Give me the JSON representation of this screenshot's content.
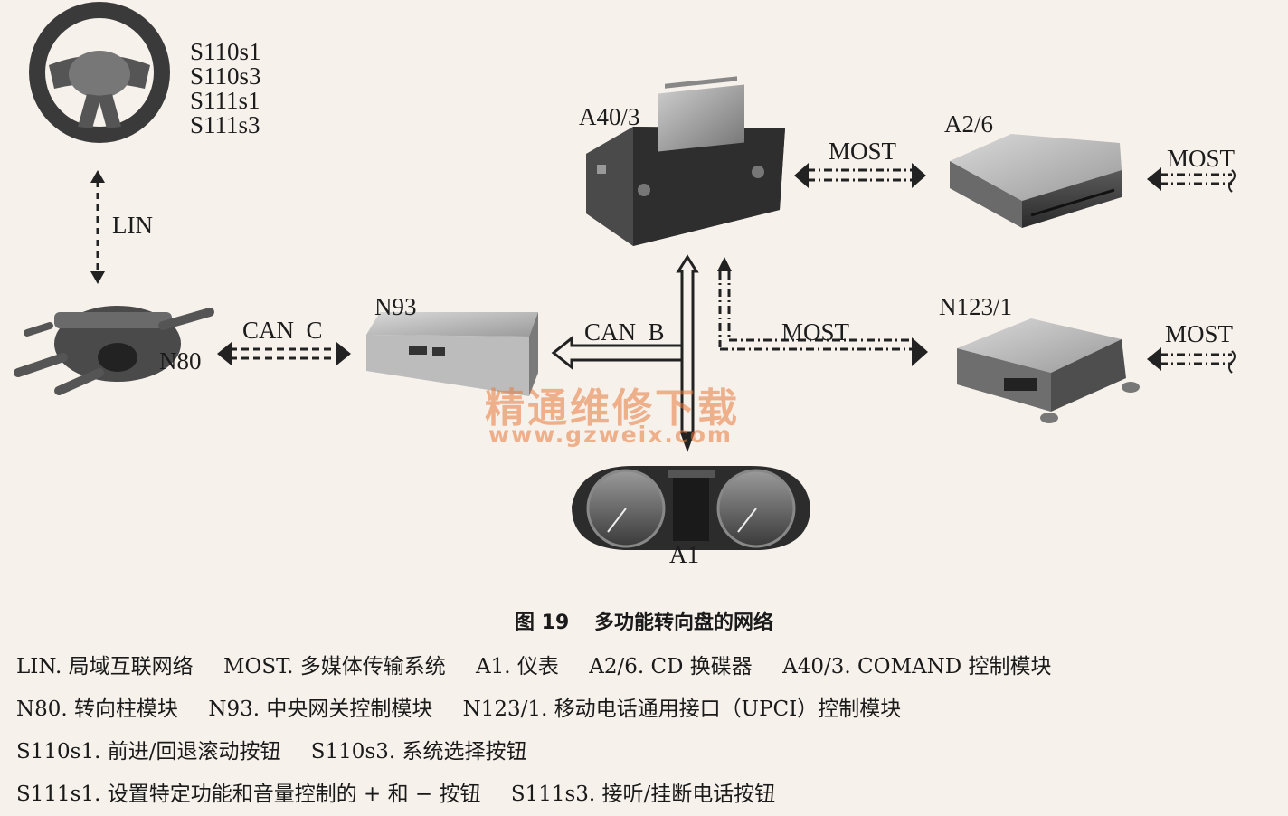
{
  "components": {
    "steering_wheel": {
      "buttons": [
        "S110s1",
        "S110s3",
        "S111s1",
        "S111s3"
      ]
    },
    "head_unit": {
      "code": "A40/3"
    },
    "cd_changer": {
      "code": "A2/6"
    },
    "column_module": {
      "code": "N80"
    },
    "gateway": {
      "code": "N93"
    },
    "phone_module": {
      "code": "N123/1"
    },
    "cluster": {
      "code": "A1"
    }
  },
  "links": {
    "lin": "LIN",
    "can_c": "CAN  C",
    "can_b": "CAN  B",
    "most_head_cd": "MOST",
    "most_cd_ext": "MOST",
    "most_gateway_phone": "MOST",
    "most_phone_ext": "MOST"
  },
  "watermark": {
    "title": "精通维修下载",
    "url": "www.gzweix.com"
  },
  "caption": {
    "number": "图 19",
    "title": "多功能转向盘的网络"
  },
  "legend": [
    "LIN. 局域互联网络",
    "MOST. 多媒体传输系统",
    "A1. 仪表",
    "A2/6. CD 换碟器",
    "A40/3. COMAND 控制模块",
    "N80. 转向柱模块",
    "N93. 中央网关控制模块",
    "N123/1. 移动电话通用接口（UPCI）控制模块",
    "S110s1. 前进/回退滚动按钮",
    "S110s3. 系统选择按钮",
    "S111s1. 设置特定功能和音量控制的 + 和 − 按钮",
    "S111s3. 接听/挂断电话按钮"
  ]
}
